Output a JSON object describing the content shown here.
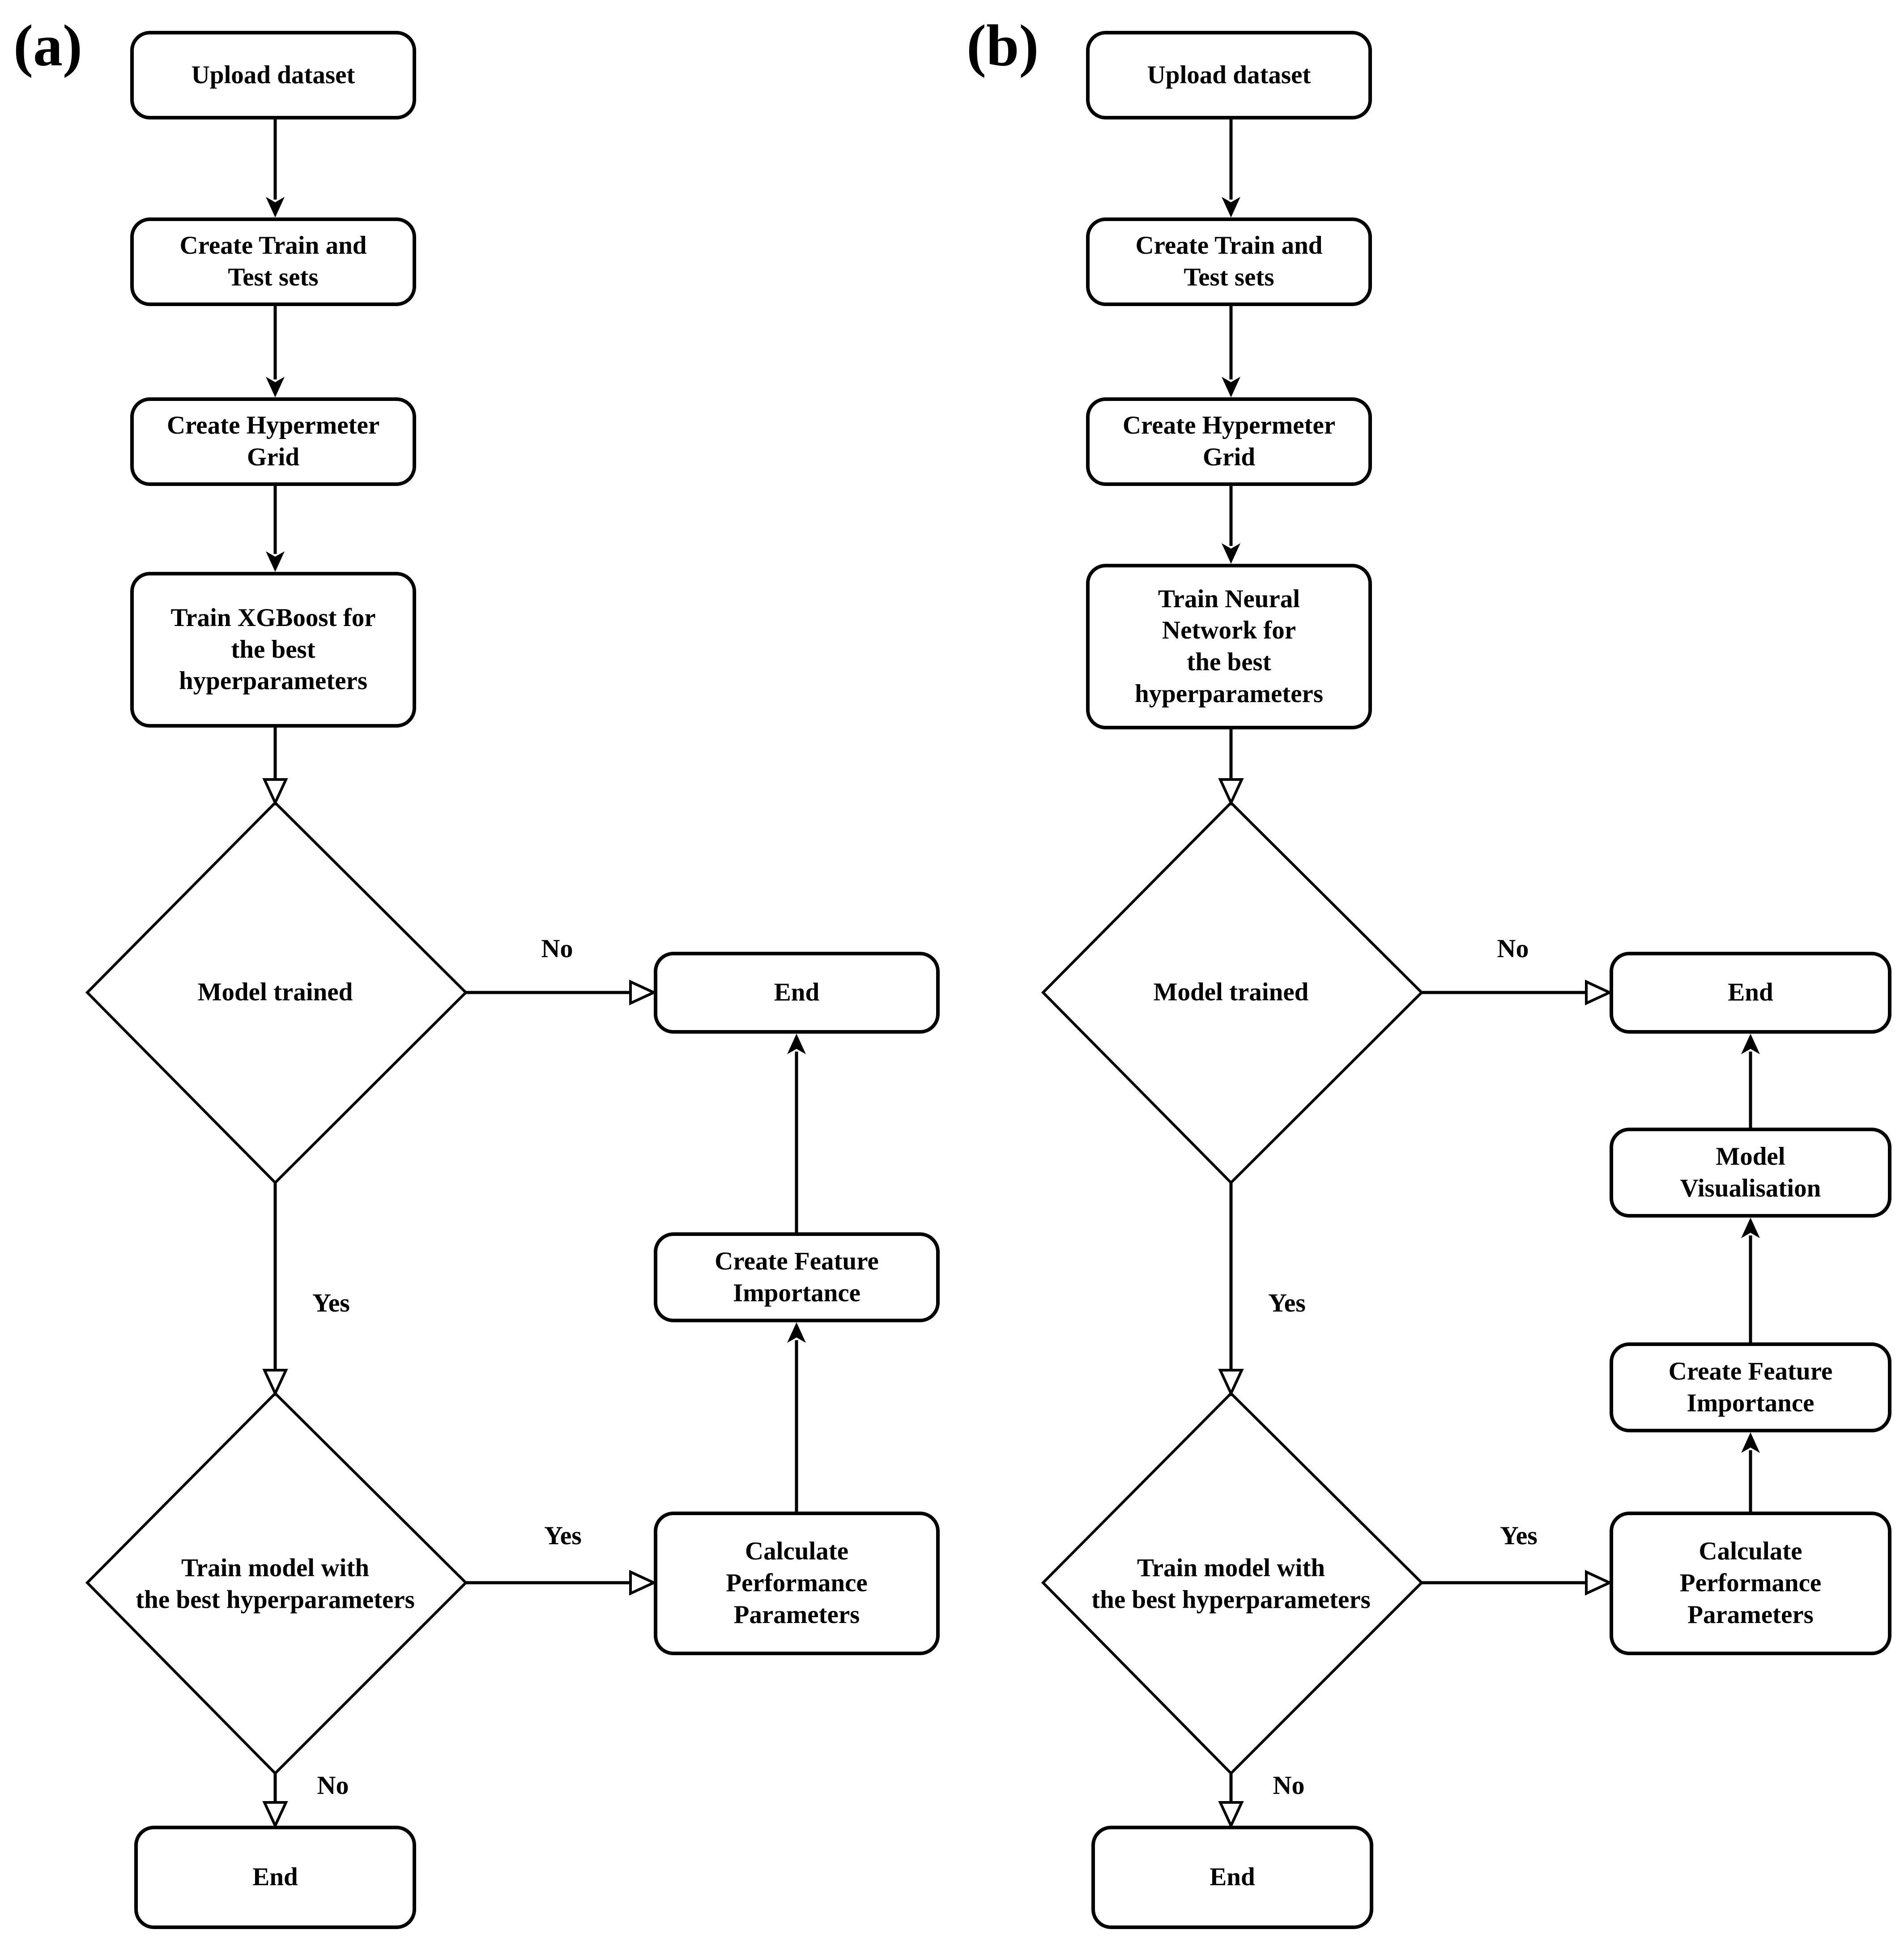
{
  "colors": {
    "line": "#000000",
    "background": "#ffffff",
    "text": "#000000"
  },
  "panels": {
    "a": {
      "label": "(a)",
      "nodes": {
        "upload": "Upload dataset",
        "train_test": "Create Train and\nTest sets",
        "hyper_grid": "Create Hypermeter\nGrid",
        "train": "Train XGBoost for\nthe best\nhyperparameters",
        "model_trained": "Model trained",
        "end_no": "End",
        "feature_importance": "Create Feature\nImportance",
        "performance": "Calculate\nPerformance\nParameters",
        "train_best": "Train model with\nthe best hyperparameters",
        "end_bottom": "End"
      },
      "edge_labels": {
        "no_top": "No",
        "yes_mid": "Yes",
        "yes_right": "Yes",
        "no_bottom": "No"
      }
    },
    "b": {
      "label": "(b)",
      "nodes": {
        "upload": "Upload dataset",
        "train_test": "Create Train and\nTest sets",
        "hyper_grid": "Create Hypermeter\nGrid",
        "train": "Train Neural\nNetwork for\nthe best\nhyperparameters",
        "model_trained": "Model trained",
        "end_no": "End",
        "model_visualisation": "Model\nVisualisation",
        "feature_importance": "Create Feature\nImportance",
        "performance": "Calculate\nPerformance\nParameters",
        "train_best": "Train model with\nthe best hyperparameters",
        "end_bottom": "End"
      },
      "edge_labels": {
        "no_top": "No",
        "yes_mid": "Yes",
        "yes_right": "Yes",
        "no_bottom": "No"
      }
    }
  }
}
